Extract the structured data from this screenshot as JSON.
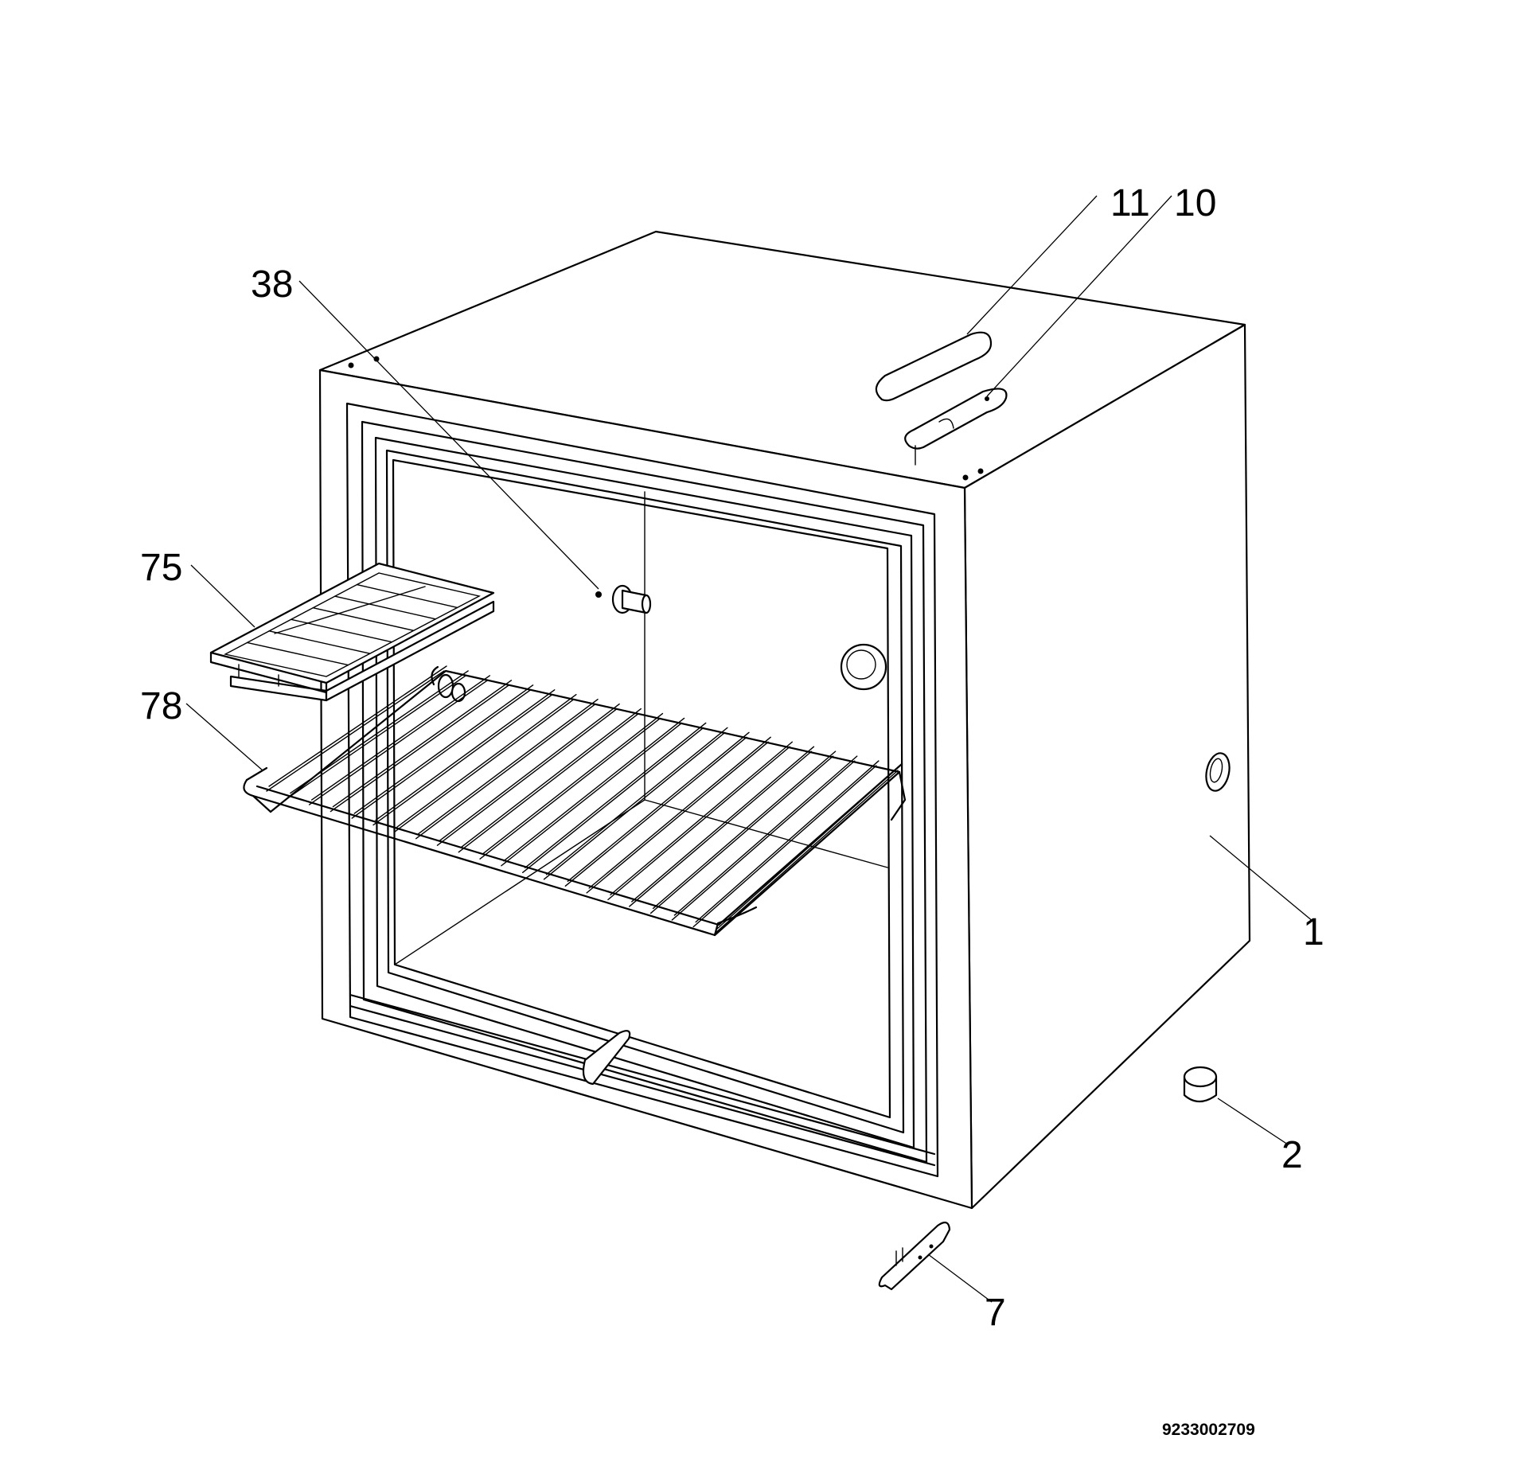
{
  "callouts": {
    "c1": "1",
    "c2": "2",
    "c7": "7",
    "c10": "10",
    "c11": "11",
    "c38": "38",
    "c75": "75",
    "c78": "78"
  },
  "document_number": "9233002709"
}
